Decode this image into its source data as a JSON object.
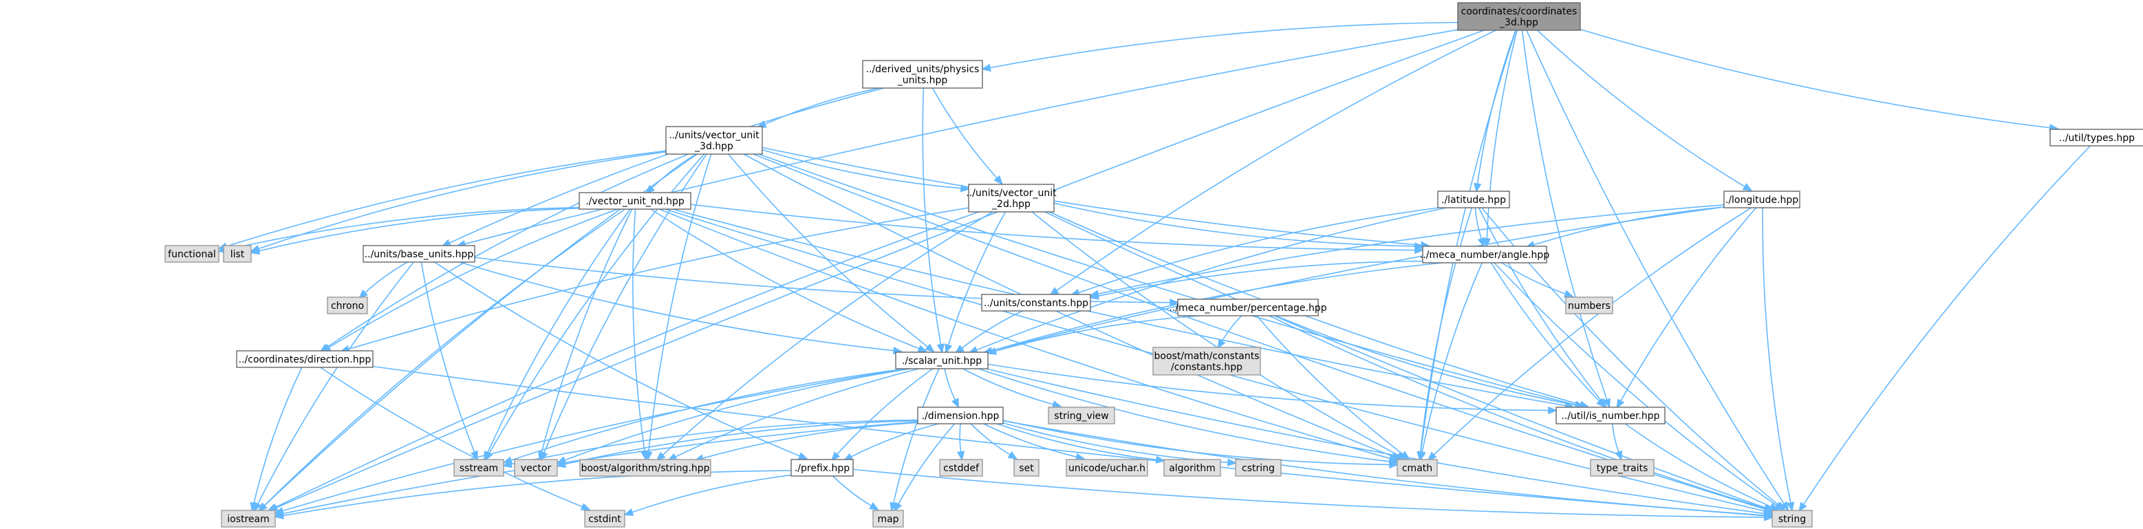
{
  "colors": {
    "edge": "#63b8ff",
    "root_fill": "#999999",
    "root_stroke": "#666666",
    "local_fill": "#ffffff",
    "local_stroke": "#666666",
    "system_fill": "#e0e0e0",
    "system_stroke": "#999999"
  },
  "nodes": [
    {
      "id": "coord3d",
      "kind": "root",
      "lines": [
        "coordinates/coordinates",
        "_3d.hpp"
      ]
    },
    {
      "id": "physunits",
      "kind": "local",
      "lines": [
        "../derived_units/physics",
        "_units.hpp"
      ]
    },
    {
      "id": "vec3d",
      "kind": "local",
      "lines": [
        "../units/vector_unit",
        "_3d.hpp"
      ]
    },
    {
      "id": "vec2d",
      "kind": "local",
      "lines": [
        "../units/vector_unit",
        "_2d.hpp"
      ]
    },
    {
      "id": "vecnd",
      "kind": "local",
      "lines": [
        "./vector_unit_nd.hpp"
      ]
    },
    {
      "id": "baseunits",
      "kind": "local",
      "lines": [
        "../units/base_units.hpp"
      ]
    },
    {
      "id": "constants",
      "kind": "local",
      "lines": [
        "../units/constants.hpp"
      ]
    },
    {
      "id": "direction",
      "kind": "local",
      "lines": [
        "../coordinates/direction.hpp"
      ]
    },
    {
      "id": "scalar",
      "kind": "local",
      "lines": [
        "./scalar_unit.hpp"
      ]
    },
    {
      "id": "dimension",
      "kind": "local",
      "lines": [
        "./dimension.hpp"
      ]
    },
    {
      "id": "prefix",
      "kind": "local",
      "lines": [
        "./prefix.hpp"
      ]
    },
    {
      "id": "latitude",
      "kind": "local",
      "lines": [
        "./latitude.hpp"
      ]
    },
    {
      "id": "longitude",
      "kind": "local",
      "lines": [
        "./longitude.hpp"
      ]
    },
    {
      "id": "angle",
      "kind": "local",
      "lines": [
        "../meca_number/angle.hpp"
      ]
    },
    {
      "id": "percentage",
      "kind": "local",
      "lines": [
        "../meca_number/percentage.hpp"
      ]
    },
    {
      "id": "isnumber",
      "kind": "local",
      "lines": [
        "../util/is_number.hpp"
      ]
    },
    {
      "id": "types",
      "kind": "local",
      "lines": [
        "../util/types.hpp"
      ]
    },
    {
      "id": "functional",
      "kind": "system",
      "lines": [
        "functional"
      ]
    },
    {
      "id": "list",
      "kind": "system",
      "lines": [
        "list"
      ]
    },
    {
      "id": "chrono",
      "kind": "system",
      "lines": [
        "chrono"
      ]
    },
    {
      "id": "numbers",
      "kind": "system",
      "lines": [
        "numbers"
      ]
    },
    {
      "id": "boostmath",
      "kind": "system",
      "lines": [
        "boost/math/constants",
        "/constants.hpp"
      ]
    },
    {
      "id": "stringview",
      "kind": "system",
      "lines": [
        "string_view"
      ]
    },
    {
      "id": "sstream",
      "kind": "system",
      "lines": [
        "sstream"
      ]
    },
    {
      "id": "vector",
      "kind": "system",
      "lines": [
        "vector"
      ]
    },
    {
      "id": "boostalgo",
      "kind": "system",
      "lines": [
        "boost/algorithm/string.hpp"
      ]
    },
    {
      "id": "cstddef",
      "kind": "system",
      "lines": [
        "cstddef"
      ]
    },
    {
      "id": "set",
      "kind": "system",
      "lines": [
        "set"
      ]
    },
    {
      "id": "uchar",
      "kind": "system",
      "lines": [
        "unicode/uchar.h"
      ]
    },
    {
      "id": "algorithm",
      "kind": "system",
      "lines": [
        "algorithm"
      ]
    },
    {
      "id": "cstring",
      "kind": "system",
      "lines": [
        "cstring"
      ]
    },
    {
      "id": "cmath",
      "kind": "system",
      "lines": [
        "cmath"
      ]
    },
    {
      "id": "typetraits",
      "kind": "system",
      "lines": [
        "type_traits"
      ]
    },
    {
      "id": "iostream",
      "kind": "system",
      "lines": [
        "iostream"
      ]
    },
    {
      "id": "cstdint",
      "kind": "system",
      "lines": [
        "cstdint"
      ]
    },
    {
      "id": "map",
      "kind": "system",
      "lines": [
        "map"
      ]
    },
    {
      "id": "string",
      "kind": "system",
      "lines": [
        "string"
      ]
    }
  ],
  "edges": [
    [
      "coord3d",
      "physunits"
    ],
    [
      "coord3d",
      "baseunits"
    ],
    [
      "coord3d",
      "constants"
    ],
    [
      "coord3d",
      "latitude"
    ],
    [
      "coord3d",
      "angle"
    ],
    [
      "coord3d",
      "longitude"
    ],
    [
      "coord3d",
      "types"
    ],
    [
      "coord3d",
      "isnumber"
    ],
    [
      "coord3d",
      "cmath"
    ],
    [
      "coord3d",
      "string"
    ],
    [
      "coord3d",
      "iostream"
    ],
    [
      "physunits",
      "vec3d"
    ],
    [
      "physunits",
      "vec2d"
    ],
    [
      "physunits",
      "scalar"
    ],
    [
      "physunits",
      "baseunits"
    ],
    [
      "vec3d",
      "vecnd"
    ],
    [
      "vec3d",
      "vec2d"
    ],
    [
      "vec3d",
      "scalar"
    ],
    [
      "vec3d",
      "angle"
    ],
    [
      "vec3d",
      "isnumber"
    ],
    [
      "vec3d",
      "direction"
    ],
    [
      "vec3d",
      "functional"
    ],
    [
      "vec3d",
      "list"
    ],
    [
      "vec3d",
      "sstream"
    ],
    [
      "vec3d",
      "vector"
    ],
    [
      "vec3d",
      "boostalgo"
    ],
    [
      "vec3d",
      "cmath"
    ],
    [
      "vec3d",
      "iostream"
    ],
    [
      "vec3d",
      "string"
    ],
    [
      "vec2d",
      "scalar"
    ],
    [
      "vec2d",
      "angle"
    ],
    [
      "vec2d",
      "isnumber"
    ],
    [
      "vec2d",
      "direction"
    ],
    [
      "vec2d",
      "boostalgo"
    ],
    [
      "vec2d",
      "iostream"
    ],
    [
      "vec2d",
      "cmath"
    ],
    [
      "vec2d",
      "string"
    ],
    [
      "vecnd",
      "scalar"
    ],
    [
      "vecnd",
      "angle"
    ],
    [
      "vecnd",
      "isnumber"
    ],
    [
      "vecnd",
      "direction"
    ],
    [
      "vecnd",
      "functional"
    ],
    [
      "vecnd",
      "list"
    ],
    [
      "vecnd",
      "sstream"
    ],
    [
      "vecnd",
      "vector"
    ],
    [
      "vecnd",
      "boostalgo"
    ],
    [
      "vecnd",
      "cmath"
    ],
    [
      "vecnd",
      "iostream"
    ],
    [
      "vecnd",
      "string"
    ],
    [
      "baseunits",
      "scalar"
    ],
    [
      "baseunits",
      "prefix"
    ],
    [
      "baseunits",
      "percentage"
    ],
    [
      "baseunits",
      "chrono"
    ],
    [
      "baseunits",
      "sstream"
    ],
    [
      "baseunits",
      "iostream"
    ],
    [
      "constants",
      "scalar"
    ],
    [
      "direction",
      "iostream"
    ],
    [
      "direction",
      "cstdint"
    ],
    [
      "direction",
      "string"
    ],
    [
      "scalar",
      "dimension"
    ],
    [
      "scalar",
      "prefix"
    ],
    [
      "scalar",
      "isnumber"
    ],
    [
      "scalar",
      "stringview"
    ],
    [
      "scalar",
      "sstream"
    ],
    [
      "scalar",
      "vector"
    ],
    [
      "scalar",
      "boostalgo"
    ],
    [
      "scalar",
      "cmath"
    ],
    [
      "scalar",
      "iostream"
    ],
    [
      "scalar",
      "map"
    ],
    [
      "scalar",
      "string"
    ],
    [
      "dimension",
      "sstream"
    ],
    [
      "dimension",
      "vector"
    ],
    [
      "dimension",
      "boostalgo"
    ],
    [
      "dimension",
      "cstddef"
    ],
    [
      "dimension",
      "set"
    ],
    [
      "dimension",
      "uchar"
    ],
    [
      "dimension",
      "algorithm"
    ],
    [
      "dimension",
      "cstring"
    ],
    [
      "dimension",
      "cmath"
    ],
    [
      "dimension",
      "iostream"
    ],
    [
      "dimension",
      "map"
    ],
    [
      "dimension",
      "string"
    ],
    [
      "dimension",
      "prefix"
    ],
    [
      "prefix",
      "iostream"
    ],
    [
      "prefix",
      "cstdint"
    ],
    [
      "prefix",
      "map"
    ],
    [
      "prefix",
      "string"
    ],
    [
      "latitude",
      "angle"
    ],
    [
      "latitude",
      "constants"
    ],
    [
      "latitude",
      "scalar"
    ],
    [
      "latitude",
      "isnumber"
    ],
    [
      "latitude",
      "cmath"
    ],
    [
      "latitude",
      "string"
    ],
    [
      "longitude",
      "angle"
    ],
    [
      "longitude",
      "constants"
    ],
    [
      "longitude",
      "scalar"
    ],
    [
      "longitude",
      "isnumber"
    ],
    [
      "longitude",
      "cmath"
    ],
    [
      "longitude",
      "string"
    ],
    [
      "angle",
      "constants"
    ],
    [
      "angle",
      "scalar"
    ],
    [
      "angle",
      "numbers"
    ],
    [
      "angle",
      "isnumber"
    ],
    [
      "angle",
      "cmath"
    ],
    [
      "angle",
      "string"
    ],
    [
      "percentage",
      "scalar"
    ],
    [
      "percentage",
      "boostmath"
    ],
    [
      "percentage",
      "isnumber"
    ],
    [
      "percentage",
      "cmath"
    ],
    [
      "percentage",
      "string"
    ],
    [
      "isnumber",
      "typetraits"
    ],
    [
      "isnumber",
      "string"
    ],
    [
      "types",
      "string"
    ]
  ]
}
